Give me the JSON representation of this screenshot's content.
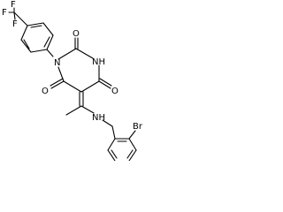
{
  "molecule": {
    "atom_labels": {
      "f_top": "F",
      "f_left": "F",
      "f_bottom": "F",
      "o_top": "O",
      "nh_ring": "NH",
      "n_ring": "N",
      "o_left": "O",
      "o_right": "O",
      "nh_amine": "NH",
      "br": "Br"
    },
    "colors": {
      "bond": "#000000",
      "label": "#000000",
      "background": "#ffffff"
    }
  }
}
